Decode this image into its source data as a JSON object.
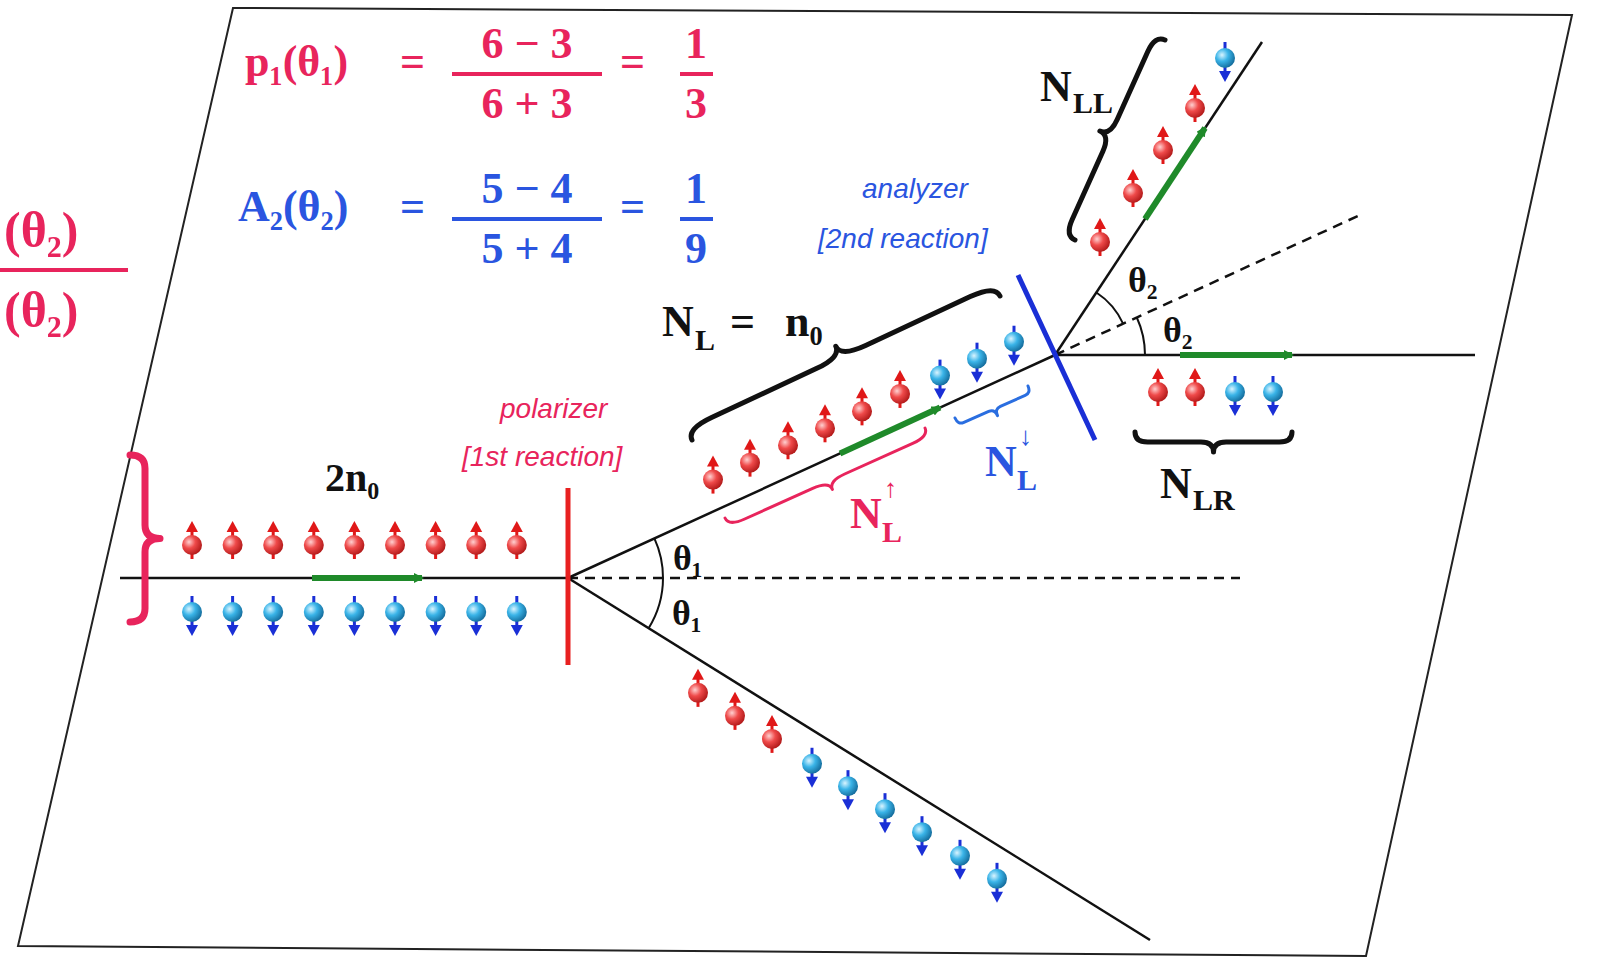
{
  "diagram": {
    "labels": [
      "p₁(θ₁)",
      "=",
      "6 − 3",
      "6 + 3",
      "=",
      "1",
      "3",
      "A₂(θ₂)",
      "=",
      "5 − 4",
      "5 + 4",
      "=",
      "1",
      "9",
      "(θ₂)",
      "(θ₂)",
      "analyzer",
      "[2nd reaction]",
      "polarizer",
      "[1st reaction]",
      "N",
      "L",
      "=",
      "n₀",
      "N",
      "LL",
      "N",
      "L",
      "↑",
      "N",
      "L",
      "↓",
      "N",
      "LR",
      "2n₀",
      "θ₁",
      "θ₁",
      "θ₂",
      "θ₂"
    ]
  }
}
